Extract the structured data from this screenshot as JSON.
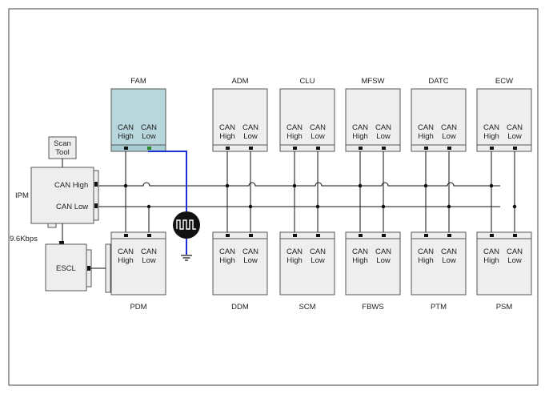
{
  "colors": {
    "frame": "#444444",
    "module_fill": "#eeeeee",
    "module_stroke": "#555555",
    "fam_fill": "#b7d7dc",
    "wire": "#111111",
    "fam_low_wire": "#1f2fd1",
    "fam_low_text": "#1a7a1a"
  },
  "can_high_label": "CAN\nHigh",
  "can_low_label": "CAN\nLow",
  "top_modules": [
    "FAM",
    "ADM",
    "CLU",
    "MFSW",
    "DATC",
    "ECW"
  ],
  "bottom_modules": [
    "PDM",
    "DDM",
    "SCM",
    "FBWS",
    "PTM",
    "PSM"
  ],
  "ipm": {
    "name": "IPM",
    "can_high": "CAN High",
    "can_low": "CAN Low"
  },
  "scan_tool": "Scan\nTool",
  "baud": "9.6Kbps",
  "escl": "ESCL",
  "icons": {
    "terminator": "waveform-terminator-icon",
    "ground": "ground-icon"
  }
}
